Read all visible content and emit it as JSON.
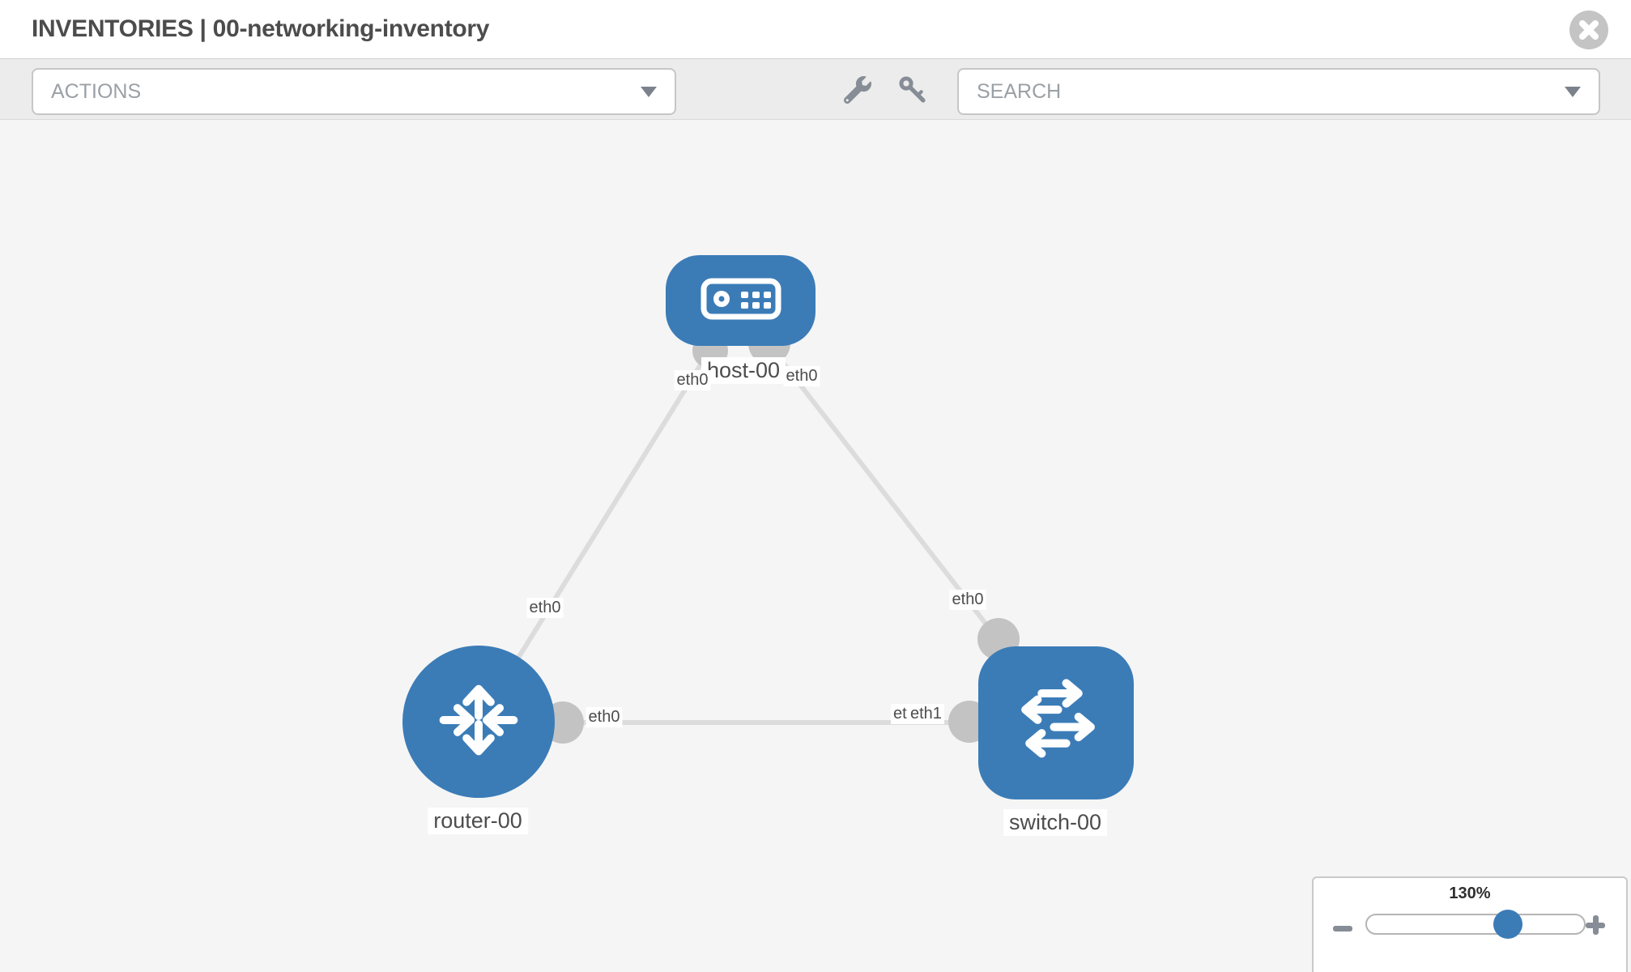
{
  "header": {
    "title": "INVENTORIES | 00-networking-inventory"
  },
  "toolbar": {
    "actions_placeholder": "ACTIONS",
    "search_placeholder": "SEARCH",
    "icons": [
      "wrench",
      "key"
    ]
  },
  "topology": {
    "nodes": [
      {
        "id": "host-00",
        "label": "host-00",
        "type": "host"
      },
      {
        "id": "router-00",
        "label": "router-00",
        "type": "router"
      },
      {
        "id": "switch-00",
        "label": "switch-00",
        "type": "switch"
      }
    ],
    "links": [
      {
        "from": "router-00",
        "to": "host-00",
        "from_interface": "eth0",
        "to_interface": "eth0"
      },
      {
        "from": "host-00",
        "to": "switch-00",
        "from_interface": "eth0",
        "to_interface": "eth0"
      },
      {
        "from": "router-00",
        "to": "switch-00",
        "from_interface": "eth0",
        "to_interface": "eth1",
        "to_interface_behind": "eth0"
      }
    ]
  },
  "zoom_control": {
    "level": "130%",
    "percent": 65
  },
  "colors": {
    "node_blue": "#3b7cb7",
    "link_gray": "#dcdcdc",
    "endpoint_gray": "#c3c3c3",
    "canvas_bg": "#f5f5f5",
    "toolbar_bg": "#ececec",
    "label_text": "#4d4d4d",
    "muted_icon": "#878d96"
  }
}
